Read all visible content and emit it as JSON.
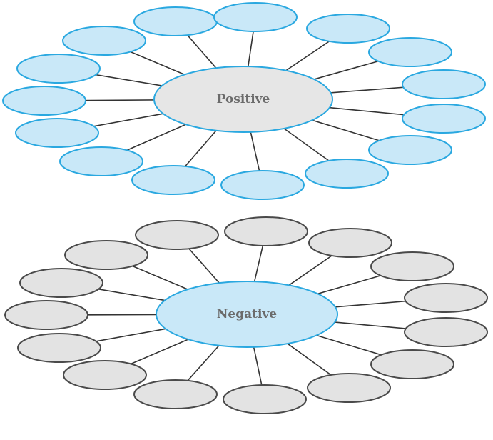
{
  "diagrams": [
    {
      "hub_label": "Positive",
      "hub_fill": "#e6e6e6",
      "hub_stroke": "#2aa8e0",
      "bubble_fill": "#c9e8f8",
      "bubble_stroke": "#2aa8e0",
      "line_color": "#333333",
      "bubble_count": 15
    },
    {
      "hub_label": "Negative",
      "hub_fill": "#c9e8f8",
      "hub_stroke": "#2aa8e0",
      "bubble_fill": "#e3e3e3",
      "bubble_stroke": "#4a4a4a",
      "line_color": "#333333",
      "bubble_count": 15
    }
  ]
}
